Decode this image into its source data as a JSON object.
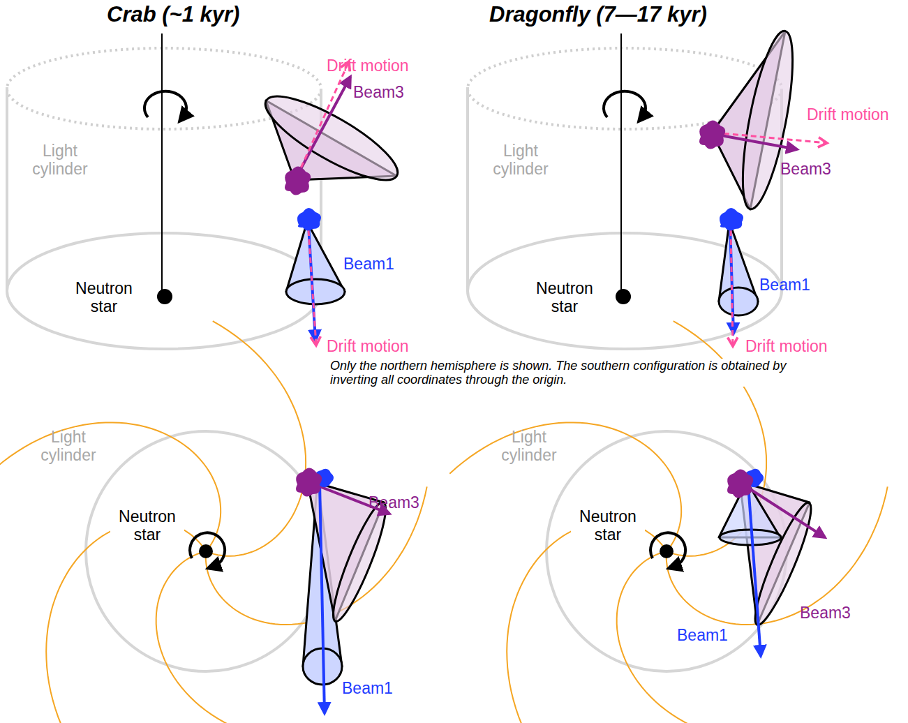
{
  "diagram": {
    "labels": [
      "Crab (~1 kyr)",
      "Dragonfly (7—17 kyr)",
      "Light cylinder",
      "Neutron star",
      "Drift motion",
      "Beam3",
      "Beam1",
      "Drift motion",
      "Light cylinder",
      "Neutron star",
      "Drift motion",
      "Beam3",
      "Beam1",
      "Drift motion",
      "Only the northern hemisphere is shown. The southern configuration is obtained by inverting all coordinates through the origin.",
      "Light cylinder",
      "Neutron star",
      "Beam3",
      "Beam1",
      "Light cylinder",
      "Neutron star",
      "Beam3",
      "Beam1"
    ]
  }
}
